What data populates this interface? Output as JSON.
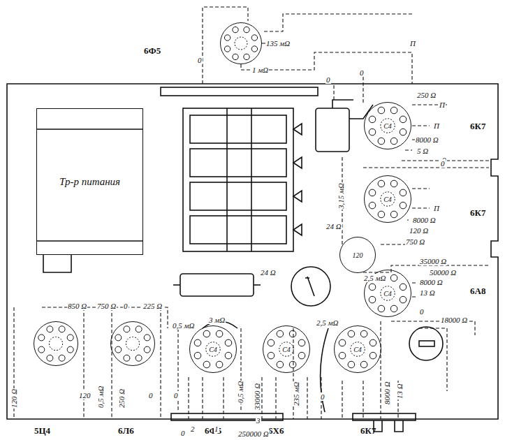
{
  "diagram": {
    "nodes": [
      {
        "text": [
          "Тр-р питания"
        ]
      },
      {
        "text": [
          "6Ф5"
        ]
      },
      {
        "text": [
          "6К7",
          "С4"
        ]
      },
      {
        "text": [
          "6К7",
          "С4"
        ]
      },
      {
        "text": [
          "120"
        ]
      },
      {
        "text": [
          "6А8",
          "С4"
        ]
      },
      {
        "text": [
          "5Ц4"
        ]
      },
      {
        "text": [
          "6Л6"
        ]
      },
      {
        "text": [
          "6Ф5",
          "С4"
        ]
      },
      {
        "text": [
          "6Х6",
          "С4"
        ]
      },
      {
        "text": [
          "6К7",
          "С4"
        ]
      }
    ],
    "labels": [
      "135 мΩ",
      "1 мΩ",
      "0",
      "П",
      "0",
      "0",
      "250 Ω",
      "П",
      "П",
      "8000 Ω",
      "5 Ω",
      "0",
      "0",
      "П",
      "8000 Ω",
      "120 Ω",
      "750 Ω",
      "3,15 мΩ",
      "24 Ω",
      "24 Ω",
      "2,5 мΩ",
      "35000 Ω",
      "50000 Ω",
      "8000 Ω",
      "13 Ω",
      "0",
      "18000 Ω",
      "3 мΩ",
      "0,5 мΩ",
      "2,5 мΩ",
      "850 Ω",
      "750 Ω",
      "0",
      "225 Ω",
      "120 Ω",
      "120",
      "0,5 мΩ",
      "250 Ω",
      "0",
      "0",
      "0,5 мΩ",
      "33000 Ω",
      "235 мΩ",
      "0",
      "2",
      "1",
      "3",
      "250000 Ω",
      "8000 Ω",
      "13 Ω",
      "0"
    ]
  }
}
